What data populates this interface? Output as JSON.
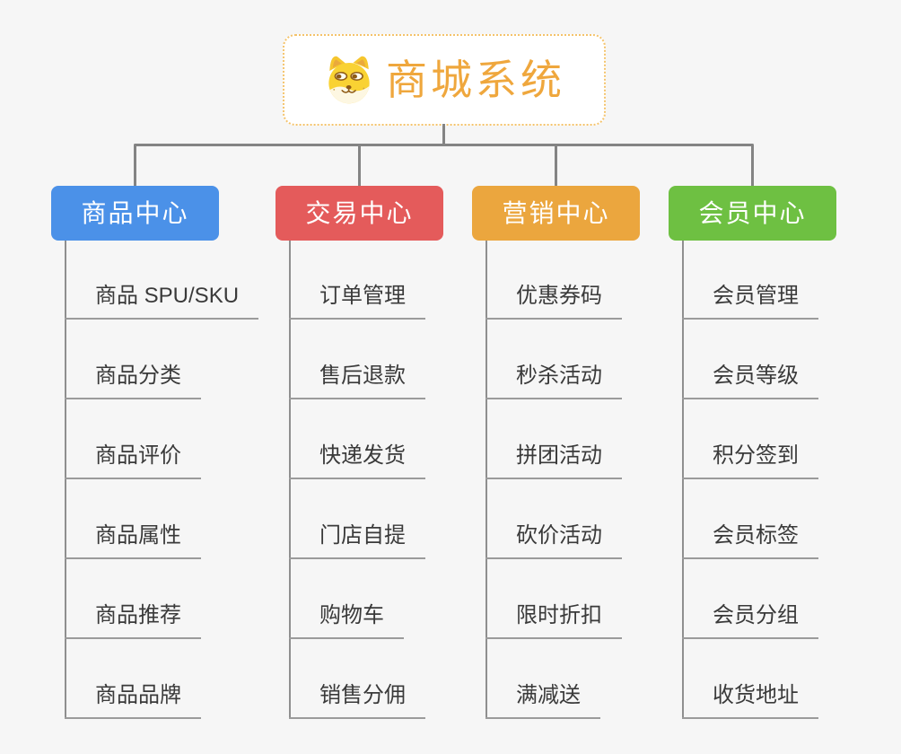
{
  "root": {
    "title": "商城系统",
    "icon": "dog-face-icon"
  },
  "branches": [
    {
      "label": "商品中心",
      "color": "#4b91e8",
      "children": [
        "商品 SPU/SKU",
        "商品分类",
        "商品评价",
        "商品属性",
        "商品推荐",
        "商品品牌"
      ]
    },
    {
      "label": "交易中心",
      "color": "#e45b5b",
      "children": [
        "订单管理",
        "售后退款",
        "快递发货",
        "门店自提",
        "购物车",
        "销售分佣"
      ]
    },
    {
      "label": "营销中心",
      "color": "#eba63e",
      "children": [
        "优惠券码",
        "秒杀活动",
        "拼团活动",
        "砍价活动",
        "限时折扣",
        "满减送"
      ]
    },
    {
      "label": "会员中心",
      "color": "#6ec042",
      "children": [
        "会员管理",
        "会员等级",
        "积分签到",
        "会员标签",
        "会员分组",
        "收货地址"
      ]
    }
  ],
  "colors": {
    "background": "#f6f6f6",
    "connector": "#848484",
    "leaf_line": "#9b9b9b",
    "leaf_text": "#3a3a3a",
    "root_text": "#efa73d",
    "root_border": "#f4c36b"
  }
}
